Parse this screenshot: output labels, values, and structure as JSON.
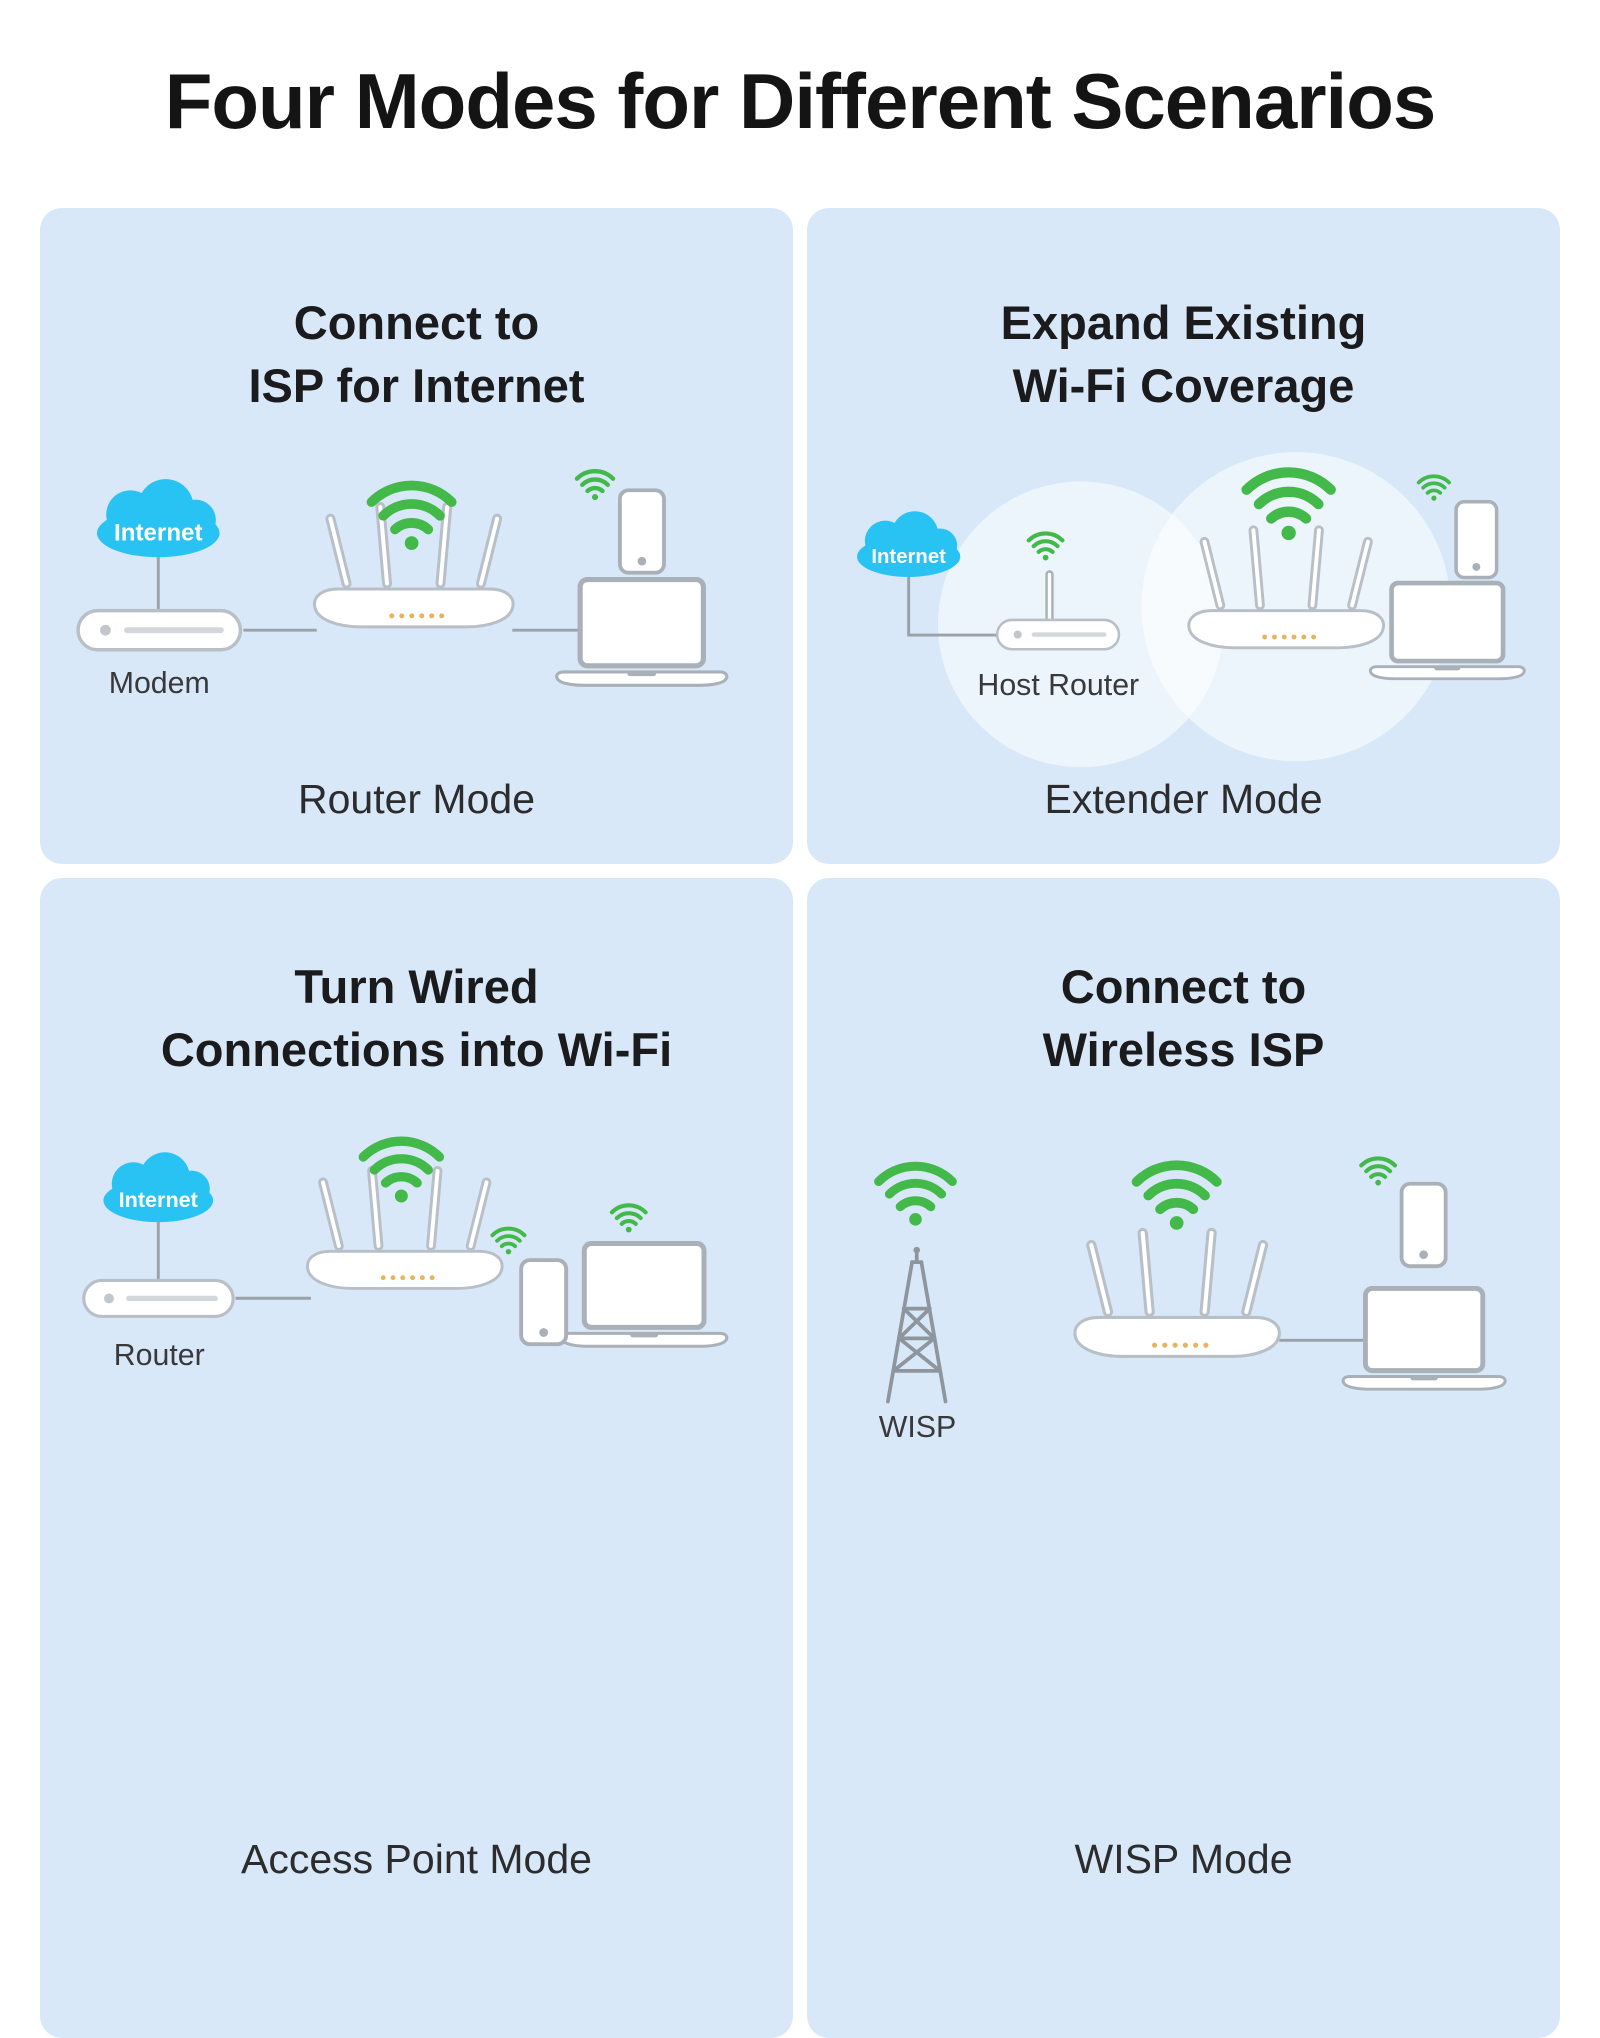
{
  "page": {
    "title": "Four Modes for Different Scenarios"
  },
  "panels": [
    {
      "heading_line1": "Connect to",
      "heading_line2": "ISP for Internet",
      "mode_label": "Router Mode",
      "labels": {
        "internet": "Internet",
        "modem": "Modem"
      }
    },
    {
      "heading_line1": "Expand Existing",
      "heading_line2": "Wi-Fi Coverage",
      "mode_label": "Extender Mode",
      "labels": {
        "internet": "Internet",
        "host_router": "Host Router"
      }
    },
    {
      "heading_line1": "Turn Wired",
      "heading_line2": "Connections into Wi-Fi",
      "mode_label": "Access Point Mode",
      "labels": {
        "internet": "Internet",
        "router": "Router"
      }
    },
    {
      "heading_line1": "Connect to",
      "heading_line2": "Wireless ISP",
      "mode_label": "WISP Mode",
      "labels": {
        "wisp": "WISP"
      }
    }
  ],
  "colors": {
    "panel_bg": "#d8e8f8",
    "cloud_blue": "#29c3f3",
    "wifi_green": "#43b94a",
    "device_stroke": "#aab0b7",
    "connector": "#9aa1a8",
    "text_dark": "#1b1b1d",
    "label_dark": "#39393b"
  }
}
